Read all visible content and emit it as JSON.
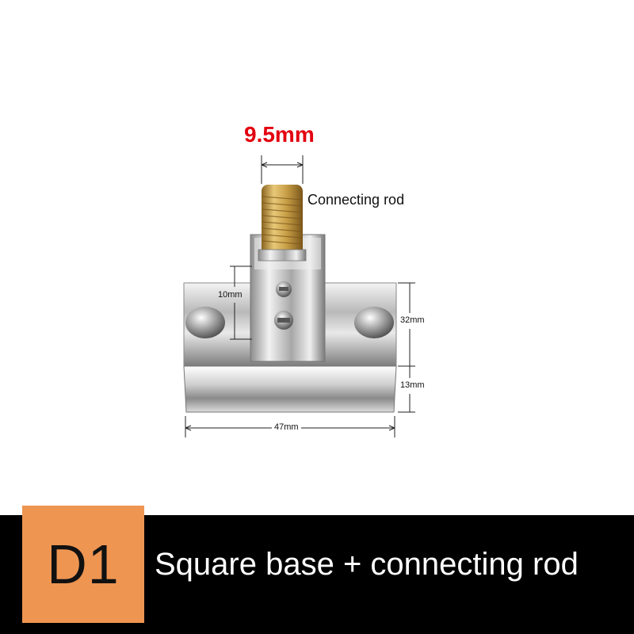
{
  "product_photo": {
    "diameter_label": "9.5mm",
    "diameter_color": "#e3000f",
    "rod_label": "Connecting rod",
    "dim_10": "10mm",
    "dim_32": "32mm",
    "dim_13": "13mm",
    "dim_47": "47mm"
  },
  "banner": {
    "code": "D1",
    "caption": "Square base + connecting rod",
    "tile_color": "#ee9551",
    "bar_color": "#000000"
  }
}
